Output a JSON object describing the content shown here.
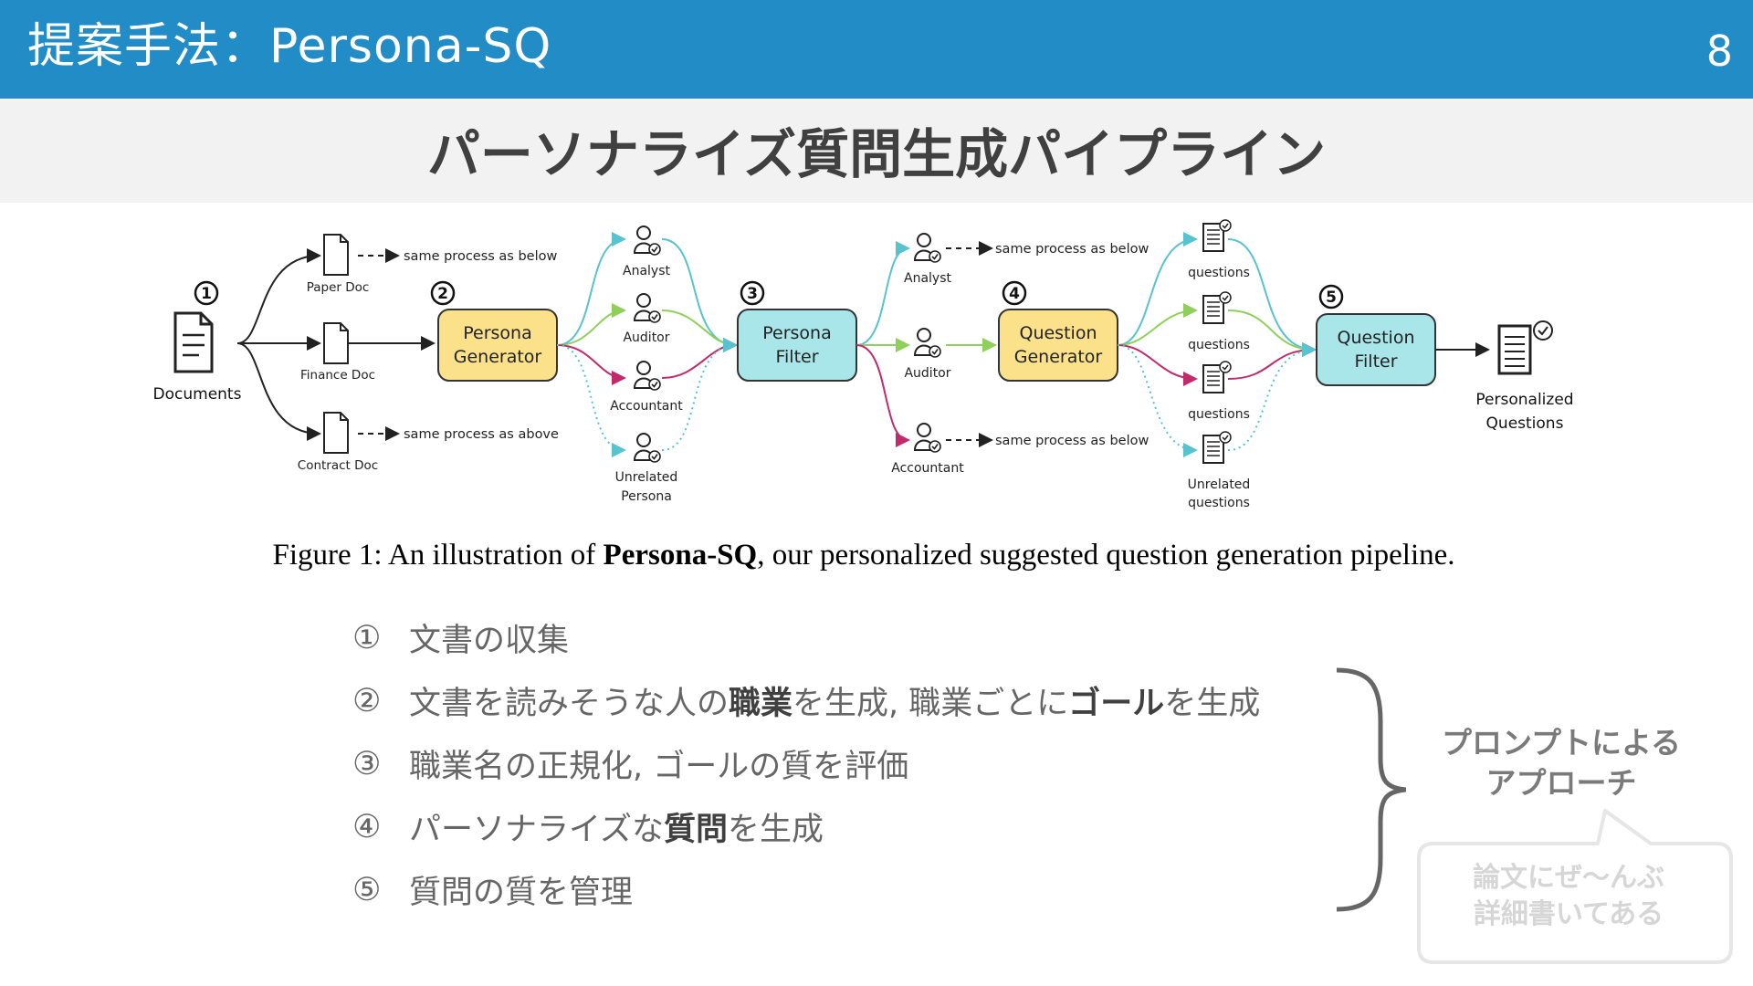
{
  "header": {
    "title": "提案手法：Persona-SQ",
    "page_number": "8"
  },
  "subheader": {
    "title": "パーソナライズ質問生成パイプライン"
  },
  "diagram": {
    "documents_label": "Documents",
    "docs": [
      "Paper Doc",
      "Finance Doc",
      "Contract Doc"
    ],
    "same_below": "same process as below",
    "same_above": "same process as above",
    "persona_generator": [
      "Persona",
      "Generator"
    ],
    "personas_1": [
      "Analyst",
      "Auditor",
      "Accountant"
    ],
    "unrelated_persona": [
      "Unrelated",
      "Persona"
    ],
    "persona_filter": [
      "Persona",
      "Filter"
    ],
    "personas_2": [
      "Analyst",
      "Auditor",
      "Accountant"
    ],
    "question_generator": [
      "Question",
      "Generator"
    ],
    "questions_label": "questions",
    "unrelated_questions": [
      "Unrelated",
      "questions"
    ],
    "question_filter": [
      "Question",
      "Filter"
    ],
    "output_label": [
      "Personalized",
      "Questions"
    ],
    "step_numbers": [
      "1",
      "2",
      "3",
      "4",
      "5"
    ],
    "colors": {
      "yellow_box": "#fbe18a",
      "cyan_box": "#a8e6ea",
      "teal": "#57c3cf",
      "green": "#8fd05b",
      "magenta": "#c22a6b"
    }
  },
  "caption": {
    "prefix": "Figure 1: An illustration of ",
    "bold": "Persona-SQ",
    "suffix": ", our personalized suggested question generation pipeline."
  },
  "steps": [
    {
      "num": "①",
      "parts": [
        {
          "t": "文書の収集",
          "b": false
        }
      ]
    },
    {
      "num": "②",
      "parts": [
        {
          "t": "文書を読みそうな人の",
          "b": false
        },
        {
          "t": "職業",
          "b": true
        },
        {
          "t": "を生成, 職業ごとに",
          "b": false
        },
        {
          "t": "ゴール",
          "b": true
        },
        {
          "t": "を生成",
          "b": false
        }
      ]
    },
    {
      "num": "③",
      "parts": [
        {
          "t": "職業名の正規化, ゴールの質を評価",
          "b": false
        }
      ]
    },
    {
      "num": "④",
      "parts": [
        {
          "t": "パーソナライズな",
          "b": false
        },
        {
          "t": "質問",
          "b": true
        },
        {
          "t": "を生成",
          "b": false
        }
      ]
    },
    {
      "num": "⑤",
      "parts": [
        {
          "t": "質問の質を管理",
          "b": false
        }
      ]
    }
  ],
  "approach": [
    "プロンプトによる",
    "アプローチ"
  ],
  "bubble": [
    "論文にぜ～んぶ",
    "詳細書いてある"
  ]
}
